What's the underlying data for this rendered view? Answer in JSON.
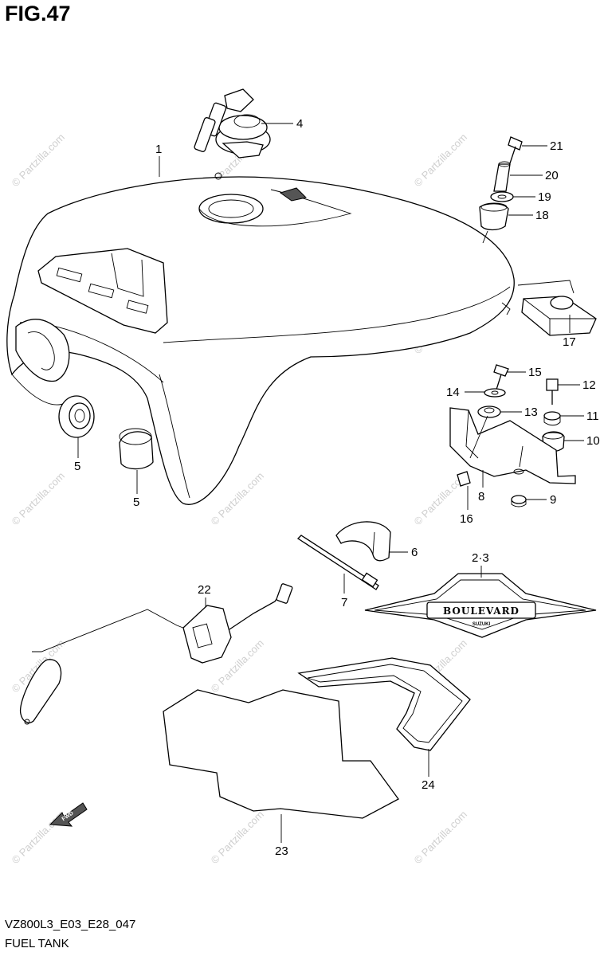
{
  "figure": {
    "title": "FIG.47"
  },
  "footer": {
    "model_code": "VZ800L3_E03_E28_047",
    "section_name": "FUEL TANK"
  },
  "watermark": {
    "text": "© Partzilla.com"
  },
  "emblem": {
    "text": "BOULEVARD",
    "subtext": "SUZUKI"
  },
  "direction_arrow": {
    "label": "FWD"
  },
  "callouts": [
    {
      "id": "1",
      "label": "1"
    },
    {
      "id": "4",
      "label": "4"
    },
    {
      "id": "21",
      "label": "21"
    },
    {
      "id": "20",
      "label": "20"
    },
    {
      "id": "19",
      "label": "19"
    },
    {
      "id": "18",
      "label": "18"
    },
    {
      "id": "17",
      "label": "17"
    },
    {
      "id": "15",
      "label": "15"
    },
    {
      "id": "14",
      "label": "14"
    },
    {
      "id": "13",
      "label": "13"
    },
    {
      "id": "12",
      "label": "12"
    },
    {
      "id": "11",
      "label": "11"
    },
    {
      "id": "10",
      "label": "10"
    },
    {
      "id": "9",
      "label": "9"
    },
    {
      "id": "8",
      "label": "8"
    },
    {
      "id": "16",
      "label": "16"
    },
    {
      "id": "5a",
      "label": "5"
    },
    {
      "id": "5b",
      "label": "5"
    },
    {
      "id": "6",
      "label": "6"
    },
    {
      "id": "7",
      "label": "7"
    },
    {
      "id": "2-3",
      "label": "2·3"
    },
    {
      "id": "22",
      "label": "22"
    },
    {
      "id": "23",
      "label": "23"
    },
    {
      "id": "24",
      "label": "24"
    }
  ]
}
